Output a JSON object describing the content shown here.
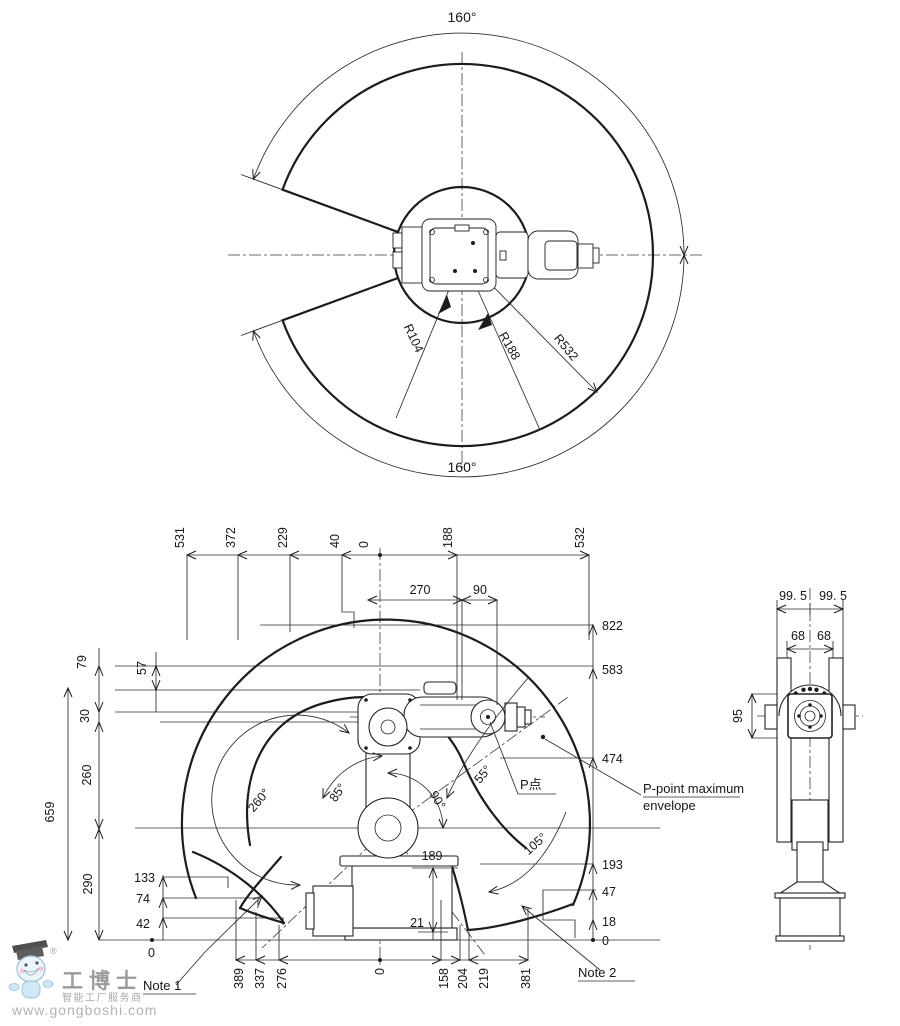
{
  "topView": {
    "angleTop": "160°",
    "angleBottom": "160°",
    "r104": "R104",
    "r188": "R188",
    "r532": "R532"
  },
  "sideView": {
    "top531": "531",
    "top372": "372",
    "top229": "229",
    "top40": "40",
    "top0": "0",
    "top188": "188",
    "top532": "532",
    "d270": "270",
    "d90": "90",
    "r822": "822",
    "r583": "583",
    "r474": "474",
    "r193": "193",
    "r47": "47",
    "r18": "18",
    "r0": "0",
    "l79": "79",
    "l57": "57",
    "l30": "30",
    "l260": "260",
    "l659": "659",
    "l290": "290",
    "l133": "133",
    "l74": "74",
    "l42": "42",
    "l0": "0",
    "d189": "189",
    "d21": "21",
    "b389": "389",
    "b337": "337",
    "b276": "276",
    "b0": "0",
    "b158": "158",
    "b204": "204",
    "b219": "219",
    "b381": "381",
    "a260": "260°",
    "a85": "85°",
    "a90": "90°",
    "a55": "55°",
    "a105": "105°",
    "pPoint": "P点",
    "pMax1": "P-point maximum",
    "pMax2": "envelope",
    "note1": "Note 1",
    "note2": "Note 2"
  },
  "rearView": {
    "w1": "99. 5",
    "w2": "99. 5",
    "w3": "68",
    "w4": "68",
    "h95": "95"
  },
  "watermark": {
    "reg": "®",
    "brand": "工博士",
    "tagline": "智能工厂服务商",
    "url": "www.gongboshi.com"
  }
}
